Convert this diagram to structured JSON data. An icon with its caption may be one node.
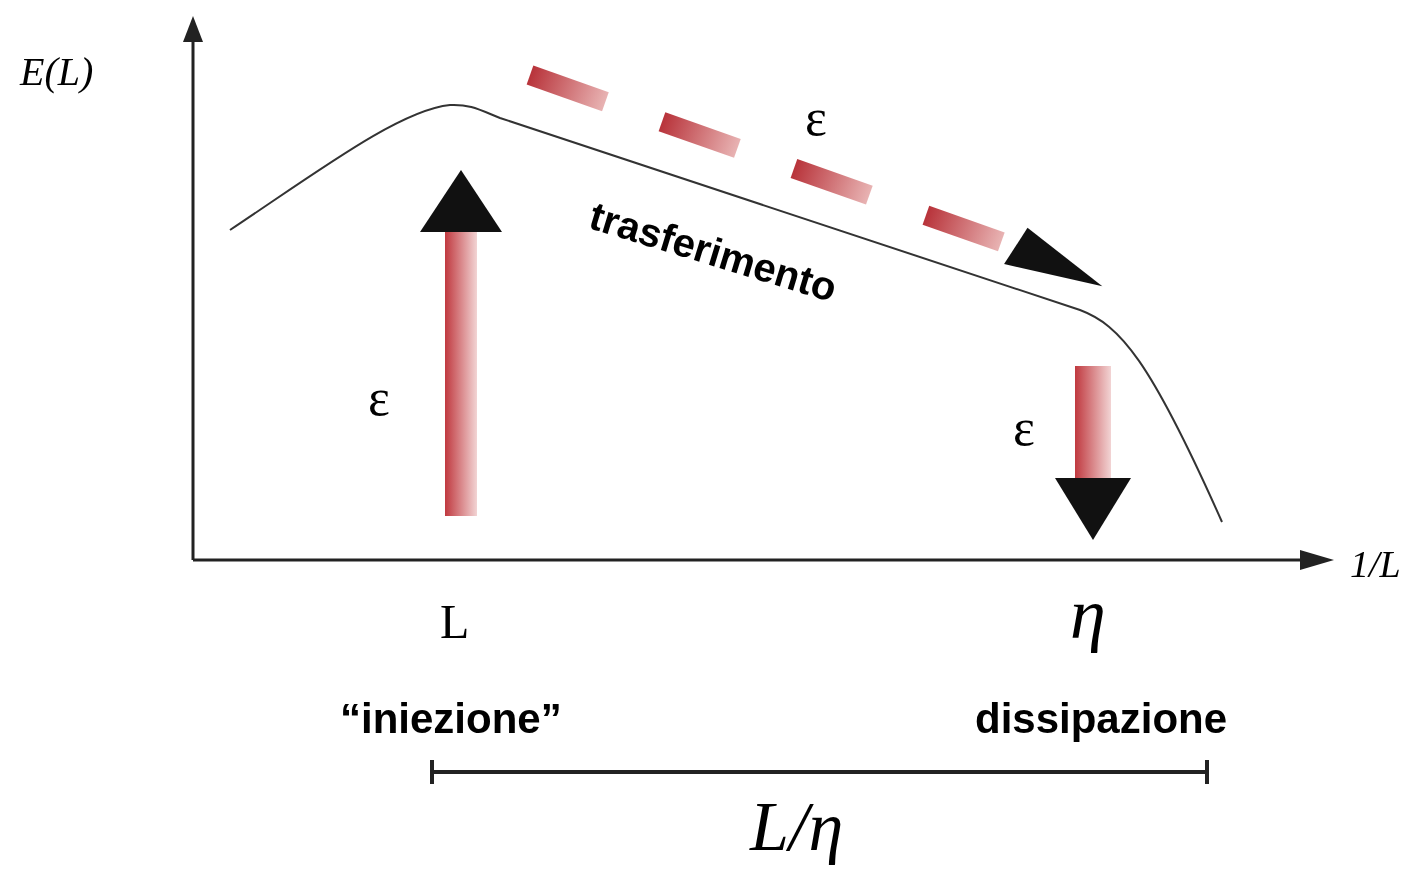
{
  "diagram": {
    "labels": [
      "E(L)",
      "ε",
      "trasferimento",
      "ε",
      "ε",
      "1/L",
      "L",
      "η",
      "“iniezione”",
      "dissipazione",
      "L/η"
    ]
  }
}
